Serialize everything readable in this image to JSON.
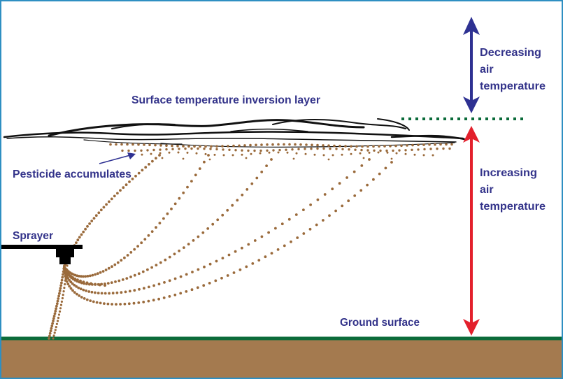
{
  "labels": {
    "inversion_layer": "Surface temperature inversion layer",
    "pesticide_accumulates": "Pesticide accumulates",
    "sprayer": "Sprayer",
    "ground_surface": "Ground surface",
    "decreasing": [
      "Decreasing",
      "air",
      "temperature"
    ],
    "increasing": [
      "Increasing",
      "air",
      "temperature"
    ]
  },
  "colors": {
    "frame": "#2e8fc2",
    "label_text": "#33338a",
    "blue_arrow": "#2e3192",
    "red_arrow": "#e3202c",
    "green_dotted_line": "#0b6b3a",
    "ground_fill": "#a47a4f",
    "ground_line": "#0b6b3a",
    "pesticide_dots": "#9a6a3b",
    "sprayer": "#000000",
    "cloud": "#111111"
  }
}
